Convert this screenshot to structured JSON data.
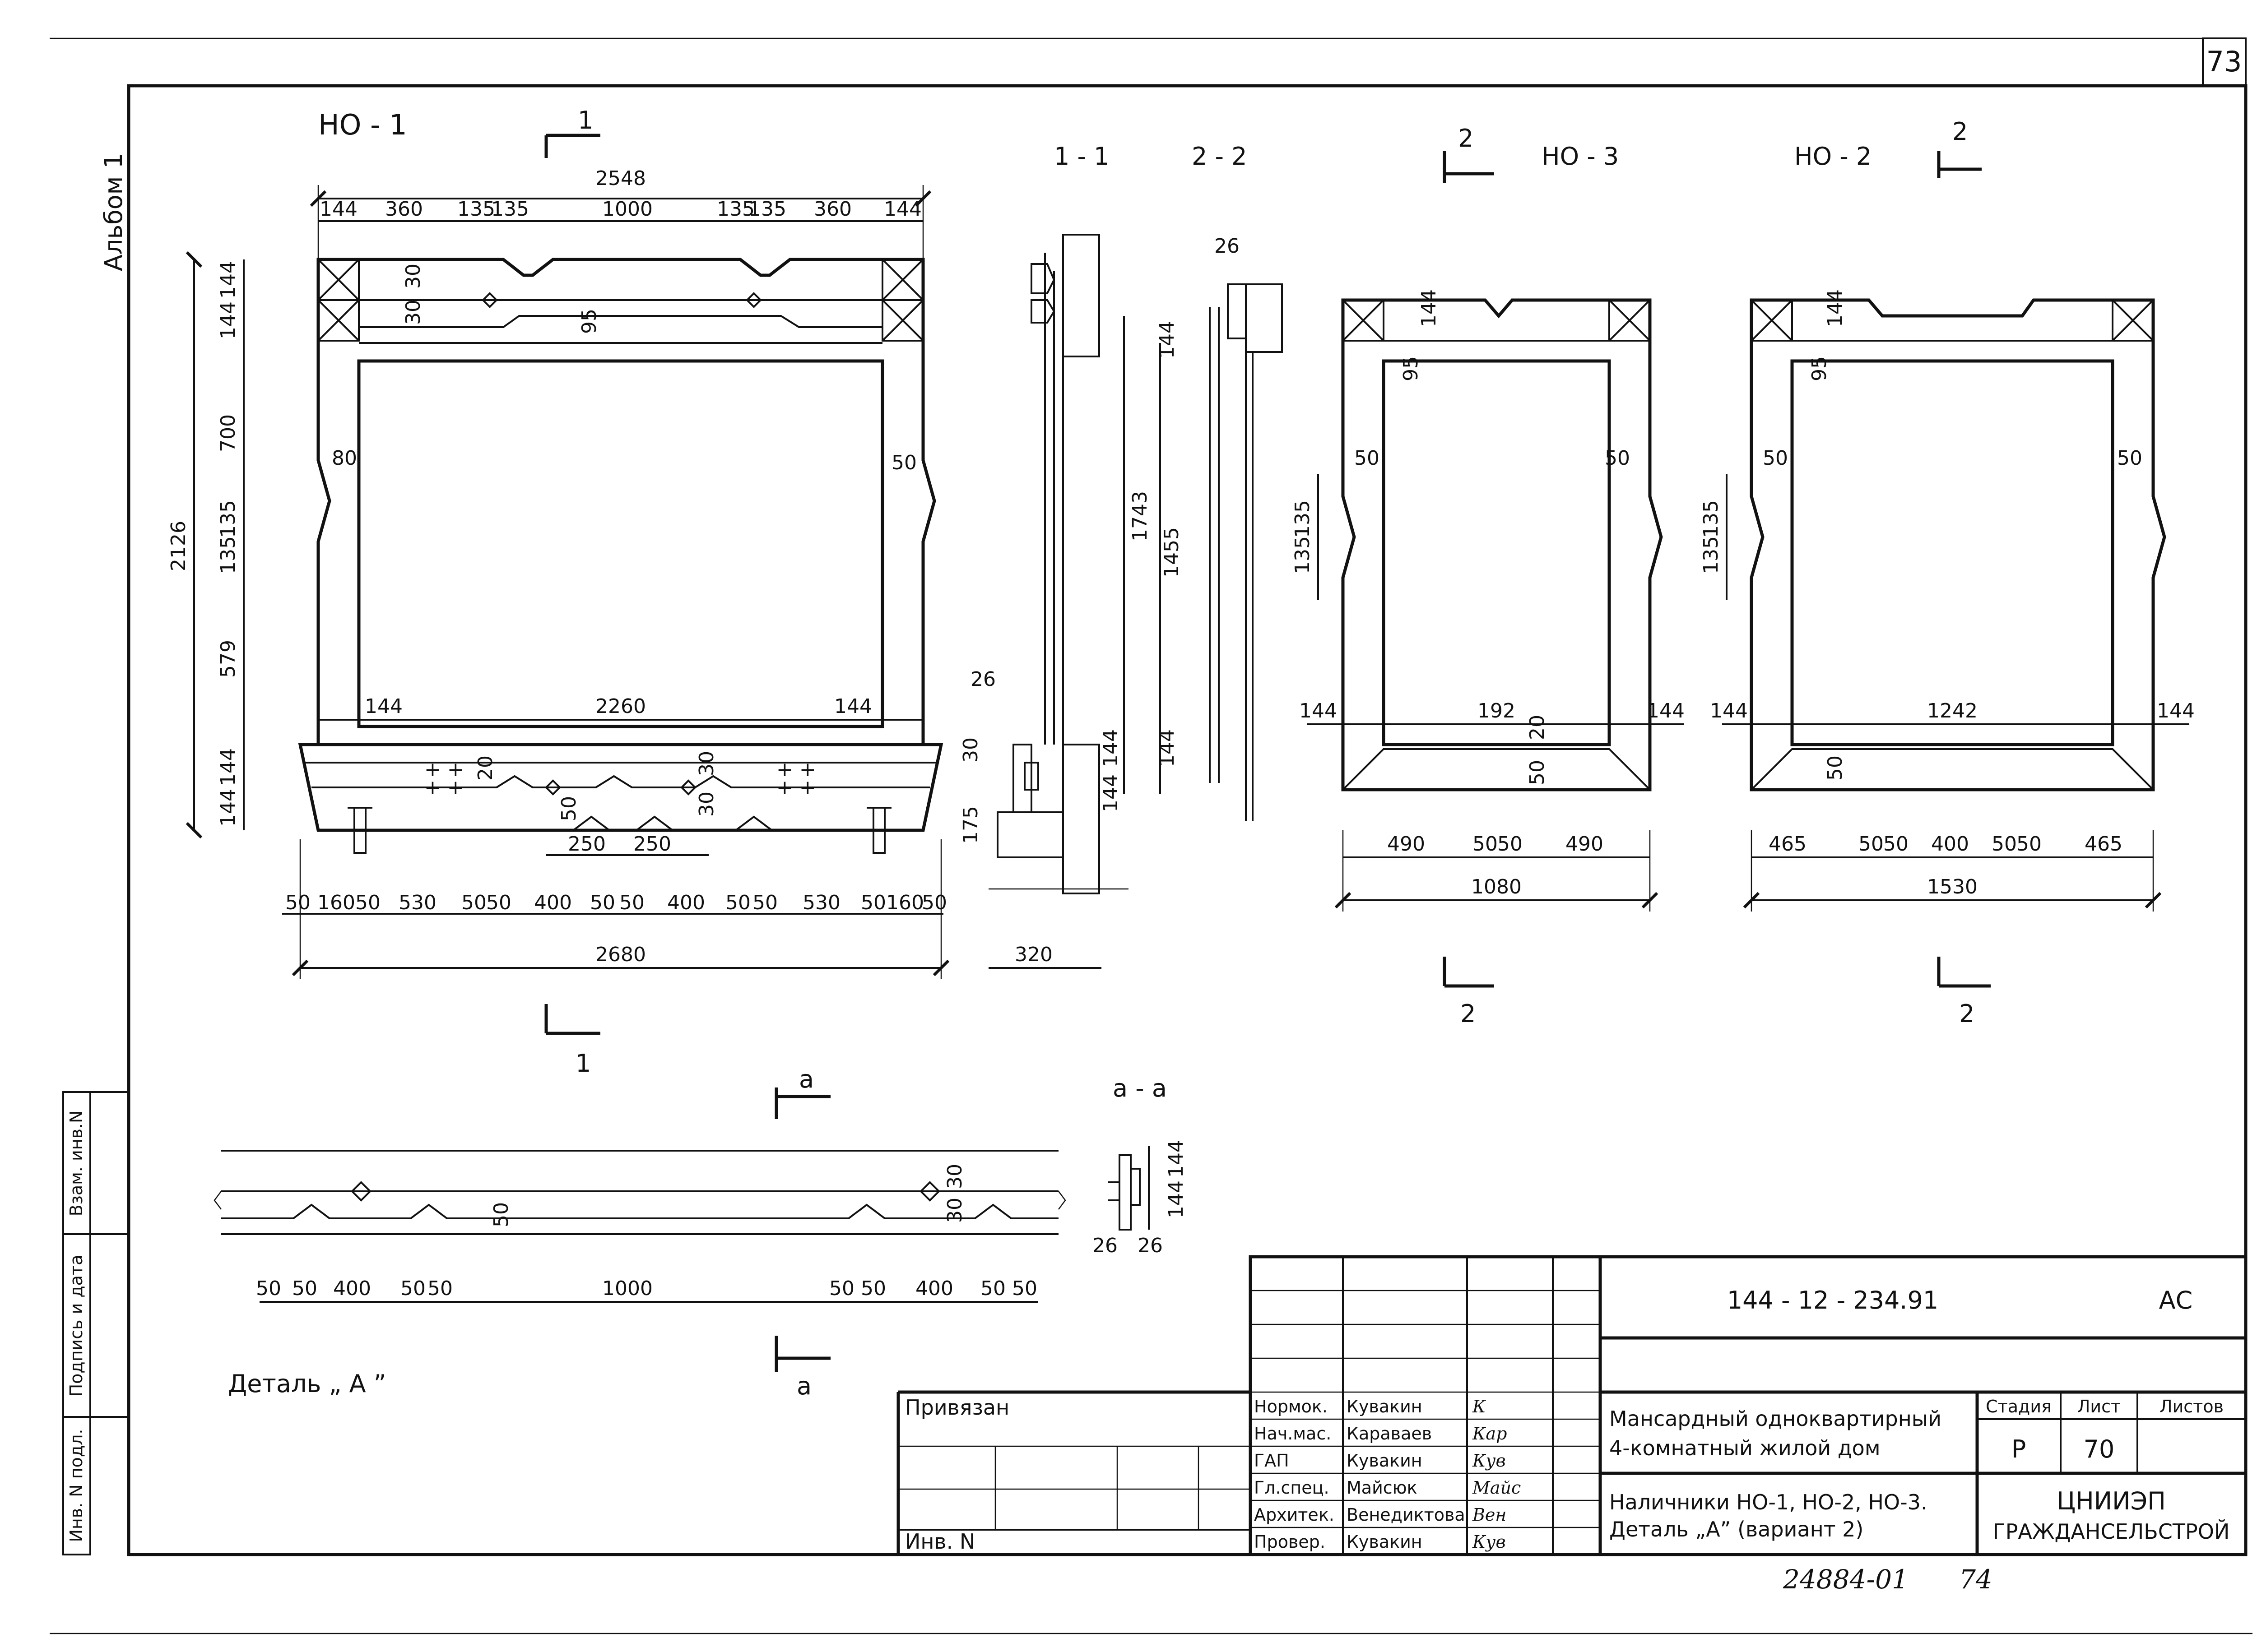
{
  "sheet": {
    "page_number": "73",
    "album": "Альбом 1",
    "footer_number": "24884-01",
    "footer_page": "74"
  },
  "left_strip": {
    "inv_podl": "Инв. N подл.",
    "podpis_data": "Подпись и дата",
    "vzam_inv": "Взам. инв.N"
  },
  "labels": {
    "no1": "НО - 1",
    "no2": "НО - 2",
    "no3": "НО - 3",
    "sec11": "1 - 1",
    "sec22": "2 - 2",
    "cut1": "1",
    "cut2": "2",
    "cuta": "а",
    "sec_aa": "а - а",
    "detail": "Деталь „ А ”"
  },
  "dims": {
    "no1": {
      "total_width": "2548",
      "top_chain": [
        "144",
        "360",
        "135",
        "135",
        "1000",
        "135",
        "135",
        "360",
        "144"
      ],
      "height": "2126",
      "left_chain": [
        "144",
        "144",
        "700",
        "135",
        "135",
        "579",
        "144",
        "144"
      ],
      "d30": "30",
      "d30b": "30",
      "d95": "95",
      "d80": "80",
      "d50": "50",
      "bottom_144": "144",
      "bottom_2260": "2260",
      "bottom_144b": "144",
      "sill_20": "20",
      "sill_30a": "30",
      "sill_30b": "30",
      "sill_50": "50",
      "sill_250a": "250",
      "sill_250b": "250",
      "bottom_chain": [
        "50",
        "160",
        "50",
        "530",
        "50",
        "50",
        "400",
        "50",
        "50",
        "400",
        "50",
        "50",
        "530",
        "50",
        "160",
        "50"
      ],
      "sill_total": "2680"
    },
    "sec11": {
      "d26": "26",
      "d1743": "1743",
      "d1455": "1455",
      "d144a": "144",
      "d30": "30",
      "d175": "175",
      "d144b": "144",
      "d144c": "144",
      "d320": "320",
      "d26b": "26",
      "d144d": "144",
      "d144e": "144"
    },
    "no3": {
      "d144": "144",
      "d95": "95",
      "d50a": "50",
      "d50b": "50",
      "d135": "135",
      "d135b": "135",
      "b144a": "144",
      "b192": "192",
      "b144b": "144",
      "d20": "20",
      "d50c": "50",
      "chain": [
        "490",
        "50",
        "50",
        "490"
      ],
      "total": "1080"
    },
    "no2": {
      "d144": "144",
      "d95": "95",
      "d50a": "50",
      "d50b": "50",
      "d135": "135",
      "d135b": "135",
      "b144a": "144",
      "b1242": "1242",
      "b144b": "144",
      "d50c": "50",
      "chain": [
        "465",
        "50",
        "50",
        "400",
        "50",
        "50",
        "465"
      ],
      "total": "1530"
    },
    "detail_a": {
      "chain": [
        "50",
        "50",
        "400",
        "50",
        "50",
        "1000",
        "50",
        "50",
        "400",
        "50",
        "50"
      ],
      "d30a": "30",
      "d30b": "30",
      "d50": "50"
    },
    "sec_aa": {
      "d144a": "144",
      "d144b": "144",
      "d26a": "26",
      "d26b": "26"
    }
  },
  "title_block": {
    "doc_code": "144 - 12 - 234.91",
    "doc_mark": "АС",
    "privyazan": "Привязан",
    "inv_n": "Инв. N",
    "roles": [
      {
        "role": "Нормок.",
        "name": "Кувакин",
        "sign": "К"
      },
      {
        "role": "Нач.мас.",
        "name": "Караваев",
        "sign": "Кар"
      },
      {
        "role": "ГАП",
        "name": "Кувакин",
        "sign": "Кув"
      },
      {
        "role": "Гл.спец.",
        "name": "Майсюк",
        "sign": "Майс"
      },
      {
        "role": "Архитек.",
        "name": "Венедиктова",
        "sign": "Вен"
      },
      {
        "role": "Провер.",
        "name": "Кувакин",
        "sign": "Кув"
      }
    ],
    "project_line1": "Мансардный одноквартирный",
    "project_line2": "4-комнатный жилой дом",
    "sheet_title_1": "Наличники НО-1, НО-2, НО-3.",
    "sheet_title_2": "Деталь „А” (вариант 2)",
    "stadiya_h": "Стадия",
    "list_h": "Лист",
    "listov_h": "Листов",
    "stadiya": "Р",
    "list": "70",
    "listov": "",
    "org_1": "ЦНИИЭП",
    "org_2": "ГРАЖДАНСЕЛЬСТРОЙ"
  }
}
